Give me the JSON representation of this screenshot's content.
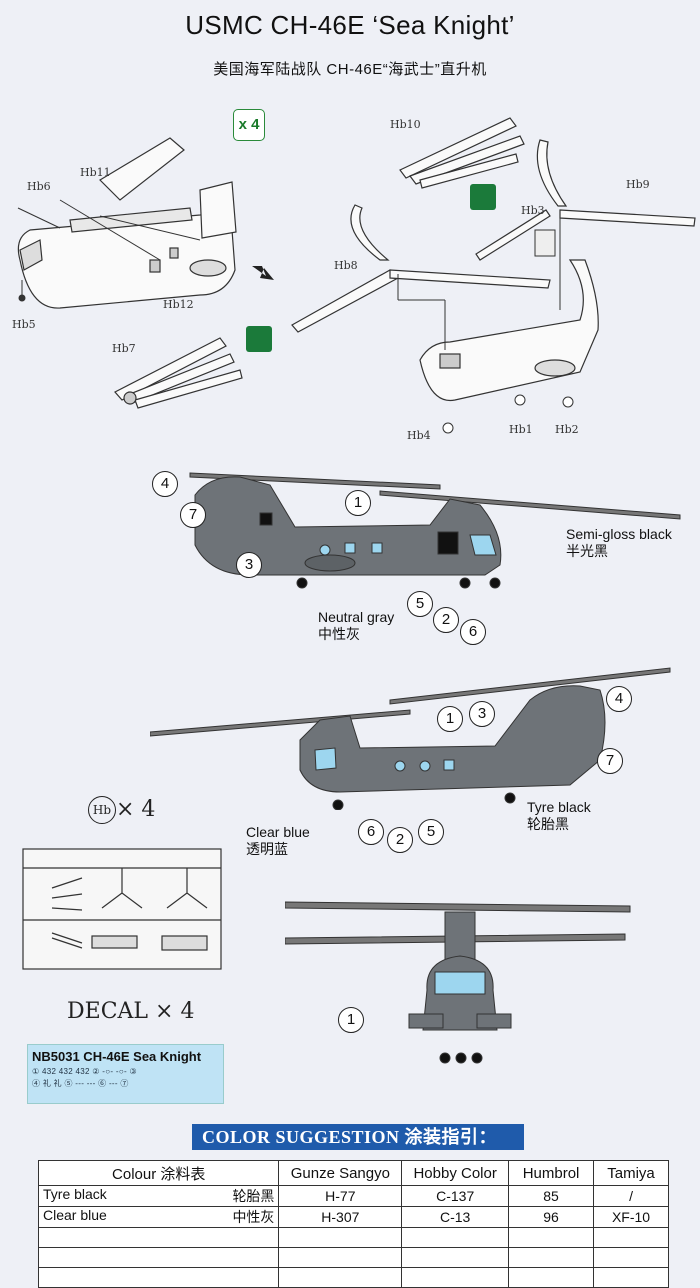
{
  "header": {
    "title": "USMC CH-46E ‘Sea Knight’",
    "subtitle_cn": "美国海军陆战队 CH-46E“海武士”直升机"
  },
  "assembly": {
    "qty_badge": "x 4",
    "parts": {
      "hb6": "Hb6",
      "hb11": "Hb11",
      "hb5": "Hb5",
      "hb12": "Hb12",
      "hb7": "Hb7",
      "hb10": "Hb10",
      "hb8": "Hb8",
      "hb3": "Hb3",
      "hb9": "Hb9",
      "hb4": "Hb4",
      "hb1": "Hb1",
      "hb2": "Hb2"
    }
  },
  "side_view_1": {
    "callouts": [
      "4",
      "7",
      "1",
      "3",
      "5",
      "2",
      "6"
    ],
    "labels": {
      "semi_gloss_en": "Semi-gloss black",
      "semi_gloss_cn": "半光黑",
      "neutral_gray_en": "Neutral gray",
      "neutral_gray_cn": "中性灰"
    }
  },
  "side_view_2": {
    "callouts": [
      "1",
      "3",
      "4",
      "7",
      "6",
      "2",
      "5"
    ],
    "labels": {
      "tyre_black_en": "Tyre black",
      "tyre_black_cn": "轮胎黑",
      "clear_blue_en": "Clear blue",
      "clear_blue_cn": "透明蓝"
    }
  },
  "front_view": {
    "callout": "1"
  },
  "sprue": {
    "label": "Hb",
    "qty": "× 4"
  },
  "decal": {
    "label": "DECAL × 4",
    "sheet_title": "NB5031 CH-46E Sea Knight",
    "row1": "① 432 432 432 ② -○- -○- ③",
    "row2": "④ 礼 礼 ⑤ --- --- ⑥ --- ⑦"
  },
  "color_suggestion": {
    "banner": "COLOR SUGGESTION  涂装指引：",
    "headers": [
      "Colour 涂料表",
      "Gunze Sangyo",
      "Hobby Color",
      "Humbrol",
      "Tamiya"
    ],
    "rows": [
      {
        "colour_en": "Tyre black",
        "colour_cn": "轮胎黑",
        "gunze": "H-77",
        "hobby": "C-137",
        "humbrol": "85",
        "tamiya": "/"
      },
      {
        "colour_en": "Clear blue",
        "colour_cn": "中性灰",
        "gunze": "H-307",
        "hobby": "C-13",
        "humbrol": "96",
        "tamiya": "XF-10"
      }
    ]
  },
  "colors": {
    "body_gray": "#6e7378",
    "banner_blue": "#1f5bab",
    "decal_bg": "#bfe3f5",
    "icon_green": "#1b7a3a"
  }
}
